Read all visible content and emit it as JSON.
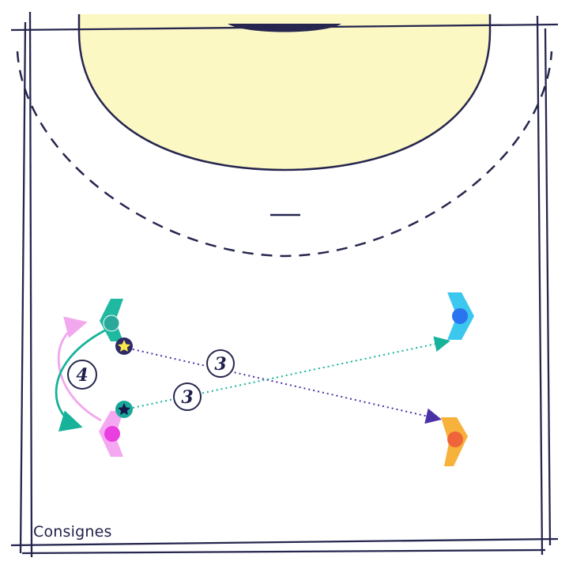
{
  "caption": "Consignes",
  "colors": {
    "line": "#26264f",
    "goal_area": "#fbf8c4",
    "pass_teal": "#16b39a",
    "pass_purple": "#4a32a6",
    "move_pink": "#f2a7ee",
    "move_teal": "#16b39a"
  },
  "players": [
    {
      "id": "left-back-teal",
      "color": "#1fb9a2",
      "dot": "#2aa99a"
    },
    {
      "id": "left-back-pink",
      "color": "#f5a8f2",
      "dot": "#e93fe0"
    },
    {
      "id": "right-back-blue",
      "color": "#3cc7ee",
      "dot": "#2b74ef"
    },
    {
      "id": "right-back-orange",
      "color": "#f7b23c",
      "dot": "#f0643a"
    }
  ],
  "balls": [
    {
      "id": "ball-yellow-star",
      "fill": "#2d2a66",
      "star": "#f8e84a"
    },
    {
      "id": "ball-teal-star",
      "fill": "#1aa89a",
      "star": "#17174a"
    }
  ],
  "steps": [
    {
      "id": "pass-purple",
      "label": "3"
    },
    {
      "id": "pass-teal",
      "label": "3"
    },
    {
      "id": "rotation",
      "label": "4"
    }
  ]
}
